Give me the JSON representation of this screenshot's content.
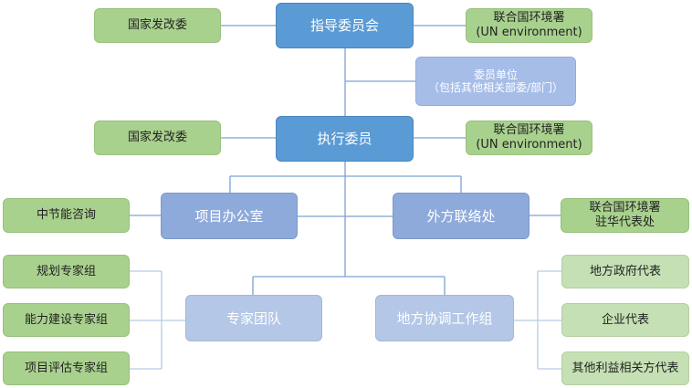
{
  "diagram": {
    "steering_committee": "指导委员会",
    "executive_committee": "执行委员",
    "member_units": {
      "line1": "委员单位",
      "line2": "（包括其他相关部委/部门）"
    },
    "ndrc_top": "国家发改委",
    "ndrc_mid": "国家发改委",
    "unep_top": {
      "line1": "联合国环境署",
      "line2": "(UN environment)"
    },
    "unep_mid": {
      "line1": "联合国环境署",
      "line2": "(UN environment)"
    },
    "project_office": "项目办公室",
    "foreign_liaison": "外方联络处",
    "china_energy_consulting": "中节能咨询",
    "unep_china_office": {
      "line1": "联合国环境署",
      "line2": "驻华代表处"
    },
    "expert_team": "专家团队",
    "local_coordination": "地方协调工作组",
    "planning_group": "规划专家组",
    "capacity_group": "能力建设专家组",
    "evaluation_group": "项目评估专家组",
    "local_gov_rep": "地方政府代表",
    "enterprise_rep": "企业代表",
    "other_stakeholders": "其他利益相关方代表"
  }
}
